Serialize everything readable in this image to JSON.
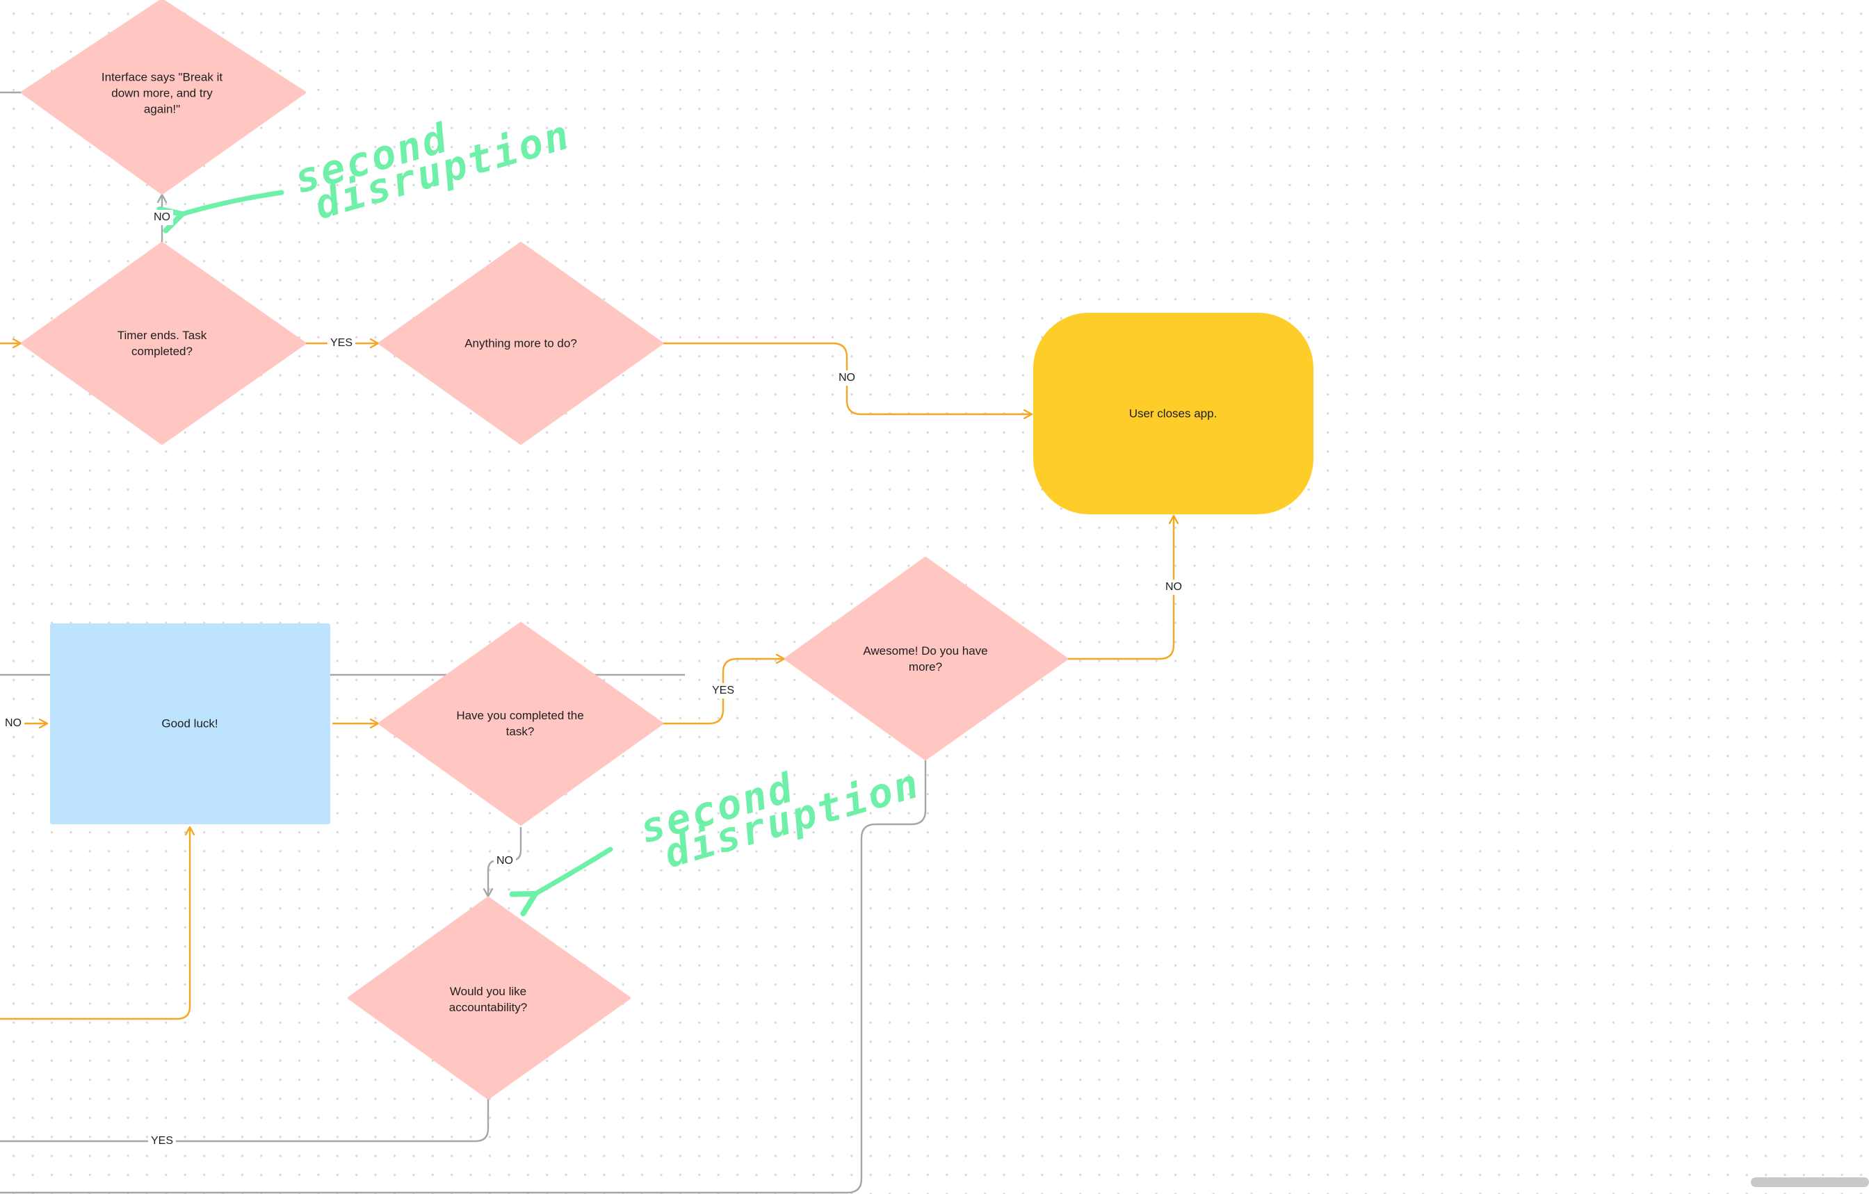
{
  "nodes": {
    "interface_break_down": "Interface says \"Break it down more, and try again!\"",
    "timer_ends": "Timer ends. Task completed?",
    "anything_more": "Anything more to do?",
    "user_closes_app": "User closes app.",
    "good_luck": "Good luck!",
    "have_you_completed": "Have you completed the task?",
    "awesome_more": "Awesome! Do you have more?",
    "accountability": "Would you like accountability?"
  },
  "edge_labels": {
    "no_timer_to_interface": "NO",
    "yes_timer_to_anything": "YES",
    "no_anything_to_close": "NO",
    "no_awesome_to_close": "NO",
    "yes_completed_to_awesome": "YES",
    "no_into_good_luck": "NO",
    "no_completed_to_accountability": "NO",
    "yes_accountability": "YES"
  },
  "annotations": {
    "top": {
      "line1": "second",
      "line2": "disruption"
    },
    "bottom": {
      "line1": "second",
      "line2": "disruption"
    }
  },
  "colors": {
    "decision_fill": "#ffc6c2",
    "terminal_fill": "#ffcd29",
    "process_fill": "#bde3ff",
    "flow_orange": "#f5a623",
    "flow_gray": "#a6a6a6",
    "annotation_green": "#6ef0a8"
  }
}
